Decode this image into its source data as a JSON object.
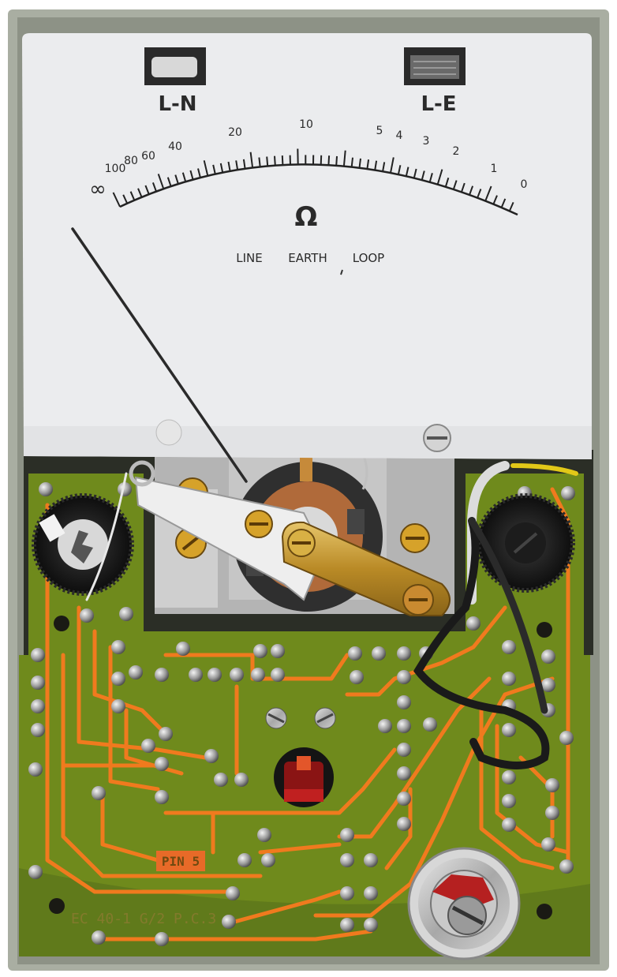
{
  "meter": {
    "window_labels": {
      "left": "L-N",
      "right": "L-E"
    },
    "scale_labels": [
      "∞",
      "100",
      "80",
      "60",
      "40",
      "20",
      "10",
      "5",
      "4",
      "3",
      "2",
      "1",
      "0"
    ],
    "unit_symbol": "Ω",
    "legend": {
      "line": "LINE",
      "earth": "EARTH",
      "loop": "LOOP"
    }
  },
  "pcb": {
    "part_label": "PIN 5",
    "board_code": "EC 40-1 G/2 P.C.3"
  },
  "colors": {
    "frame": "#a9aea2",
    "meter_face": "#ebecee",
    "pcb": "#6f8a1c",
    "trace": "#f07a1e",
    "metal": "#bdbdbd",
    "brass": "#c9a13a"
  }
}
